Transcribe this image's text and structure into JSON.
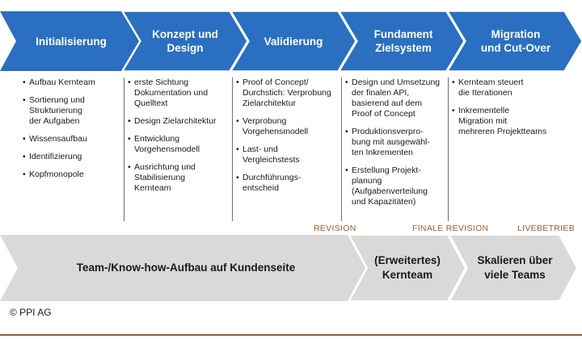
{
  "colors": {
    "phase_blue": "#2a6fc0",
    "phase_blue_dark": "#1e5aa3",
    "bottom_grey": "#d9d9d9",
    "milestone_brown": "#a35a2a",
    "divider": "#6e6e6e"
  },
  "phases": [
    {
      "label": "Initialisierung"
    },
    {
      "label": "Konzept und\nDesign"
    },
    {
      "label": "Validierung"
    },
    {
      "label": "Fundament\nZielsystem"
    },
    {
      "label": "Migration\nund Cut-Over"
    }
  ],
  "columns": [
    {
      "items": [
        "Aufbau Kernteam",
        "Sortierung und\nStrukturierung\nder Aufgaben",
        "Wissensaufbau",
        "Identifizierung",
        "Kopfmonopole"
      ]
    },
    {
      "items": [
        "erste Sichtung\nDokumentation und\nQuelltext",
        "Design Zielarchitektur",
        "Entwicklung\nVorgehensmodell",
        "Ausrichtung und\nStabilisierung\nKernteam"
      ]
    },
    {
      "items": [
        "Proof of Concept/\nDurchstich: Verprobung\nZielarchitektur",
        "Verprobung\nVorgehensmodell",
        "Last- und\nVergleichstests",
        "Durchführungs-\nentscheid"
      ]
    },
    {
      "items": [
        "Design und Umsetzung\nder finalen API,\nbasierend auf dem\nProof of Concept",
        "Produktionsverpro-\nbung mit ausgewähl-\nten Inkrementen",
        "Erstellung Projekt-\nplanung\n(Aufgabenverteilung\nund Kapazitäten)"
      ]
    },
    {
      "items": [
        "Kernteam steuert\ndie Iterationen",
        "Inkrementelle\nMigration mit\nmehreren Projektteams"
      ]
    }
  ],
  "milestones": [
    {
      "label": "REVISION"
    },
    {
      "label": "FINALE REVISION"
    },
    {
      "label": "LIVEBETRIEB"
    }
  ],
  "bottom_phases": [
    {
      "label": "Team-/Know-how-Aufbau auf Kundenseite"
    },
    {
      "label": "(Erweitertes)\nKernteam"
    },
    {
      "label": "Skalieren über\nviele Teams"
    }
  ],
  "footer": {
    "copyright": "© PPI AG"
  }
}
